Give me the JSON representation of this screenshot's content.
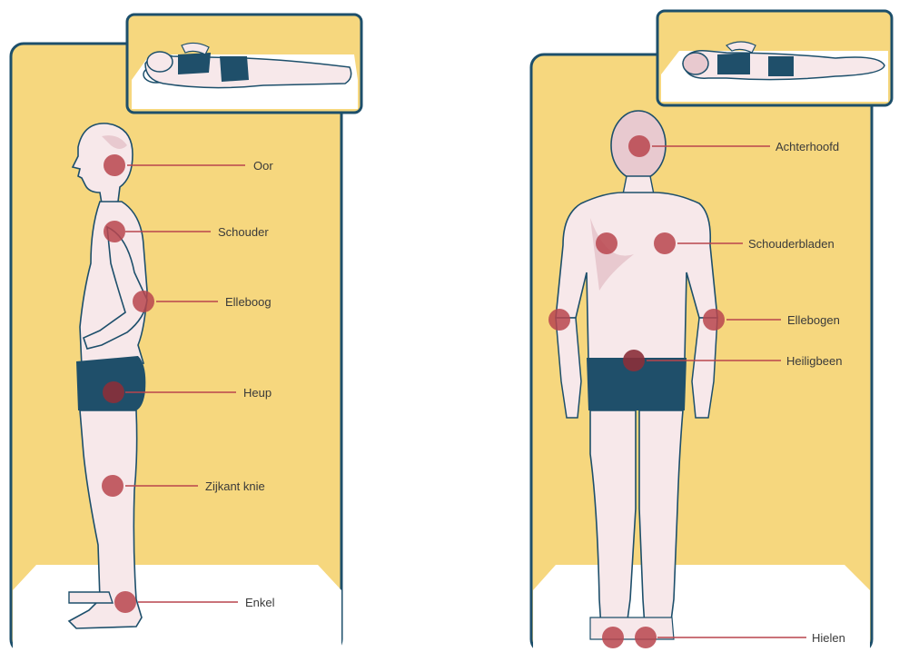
{
  "labels": {
    "side": {
      "ear": "Oor",
      "shoulder": "Schouder",
      "elbow": "Elleboog",
      "hip": "Heup",
      "knee": "Zijkant knie",
      "ankle": "Enkel"
    },
    "back": {
      "head": "Achterhoofd",
      "shoulder_blades": "Schouderbladen",
      "elbows": "Ellebogen",
      "sacrum": "Heiligbeen",
      "heels": "Hielen"
    }
  },
  "colors": {
    "panel_yellow": "#f6d77e",
    "frame_navy": "#1d4f6b",
    "skin": "#f7e8ea",
    "skin_shadow": "#e8c9cf",
    "shorts": "#1f4f6a",
    "pressure_dot": "#b8454d",
    "leader_line": "#b8454d",
    "mattress": "#ffffff"
  }
}
